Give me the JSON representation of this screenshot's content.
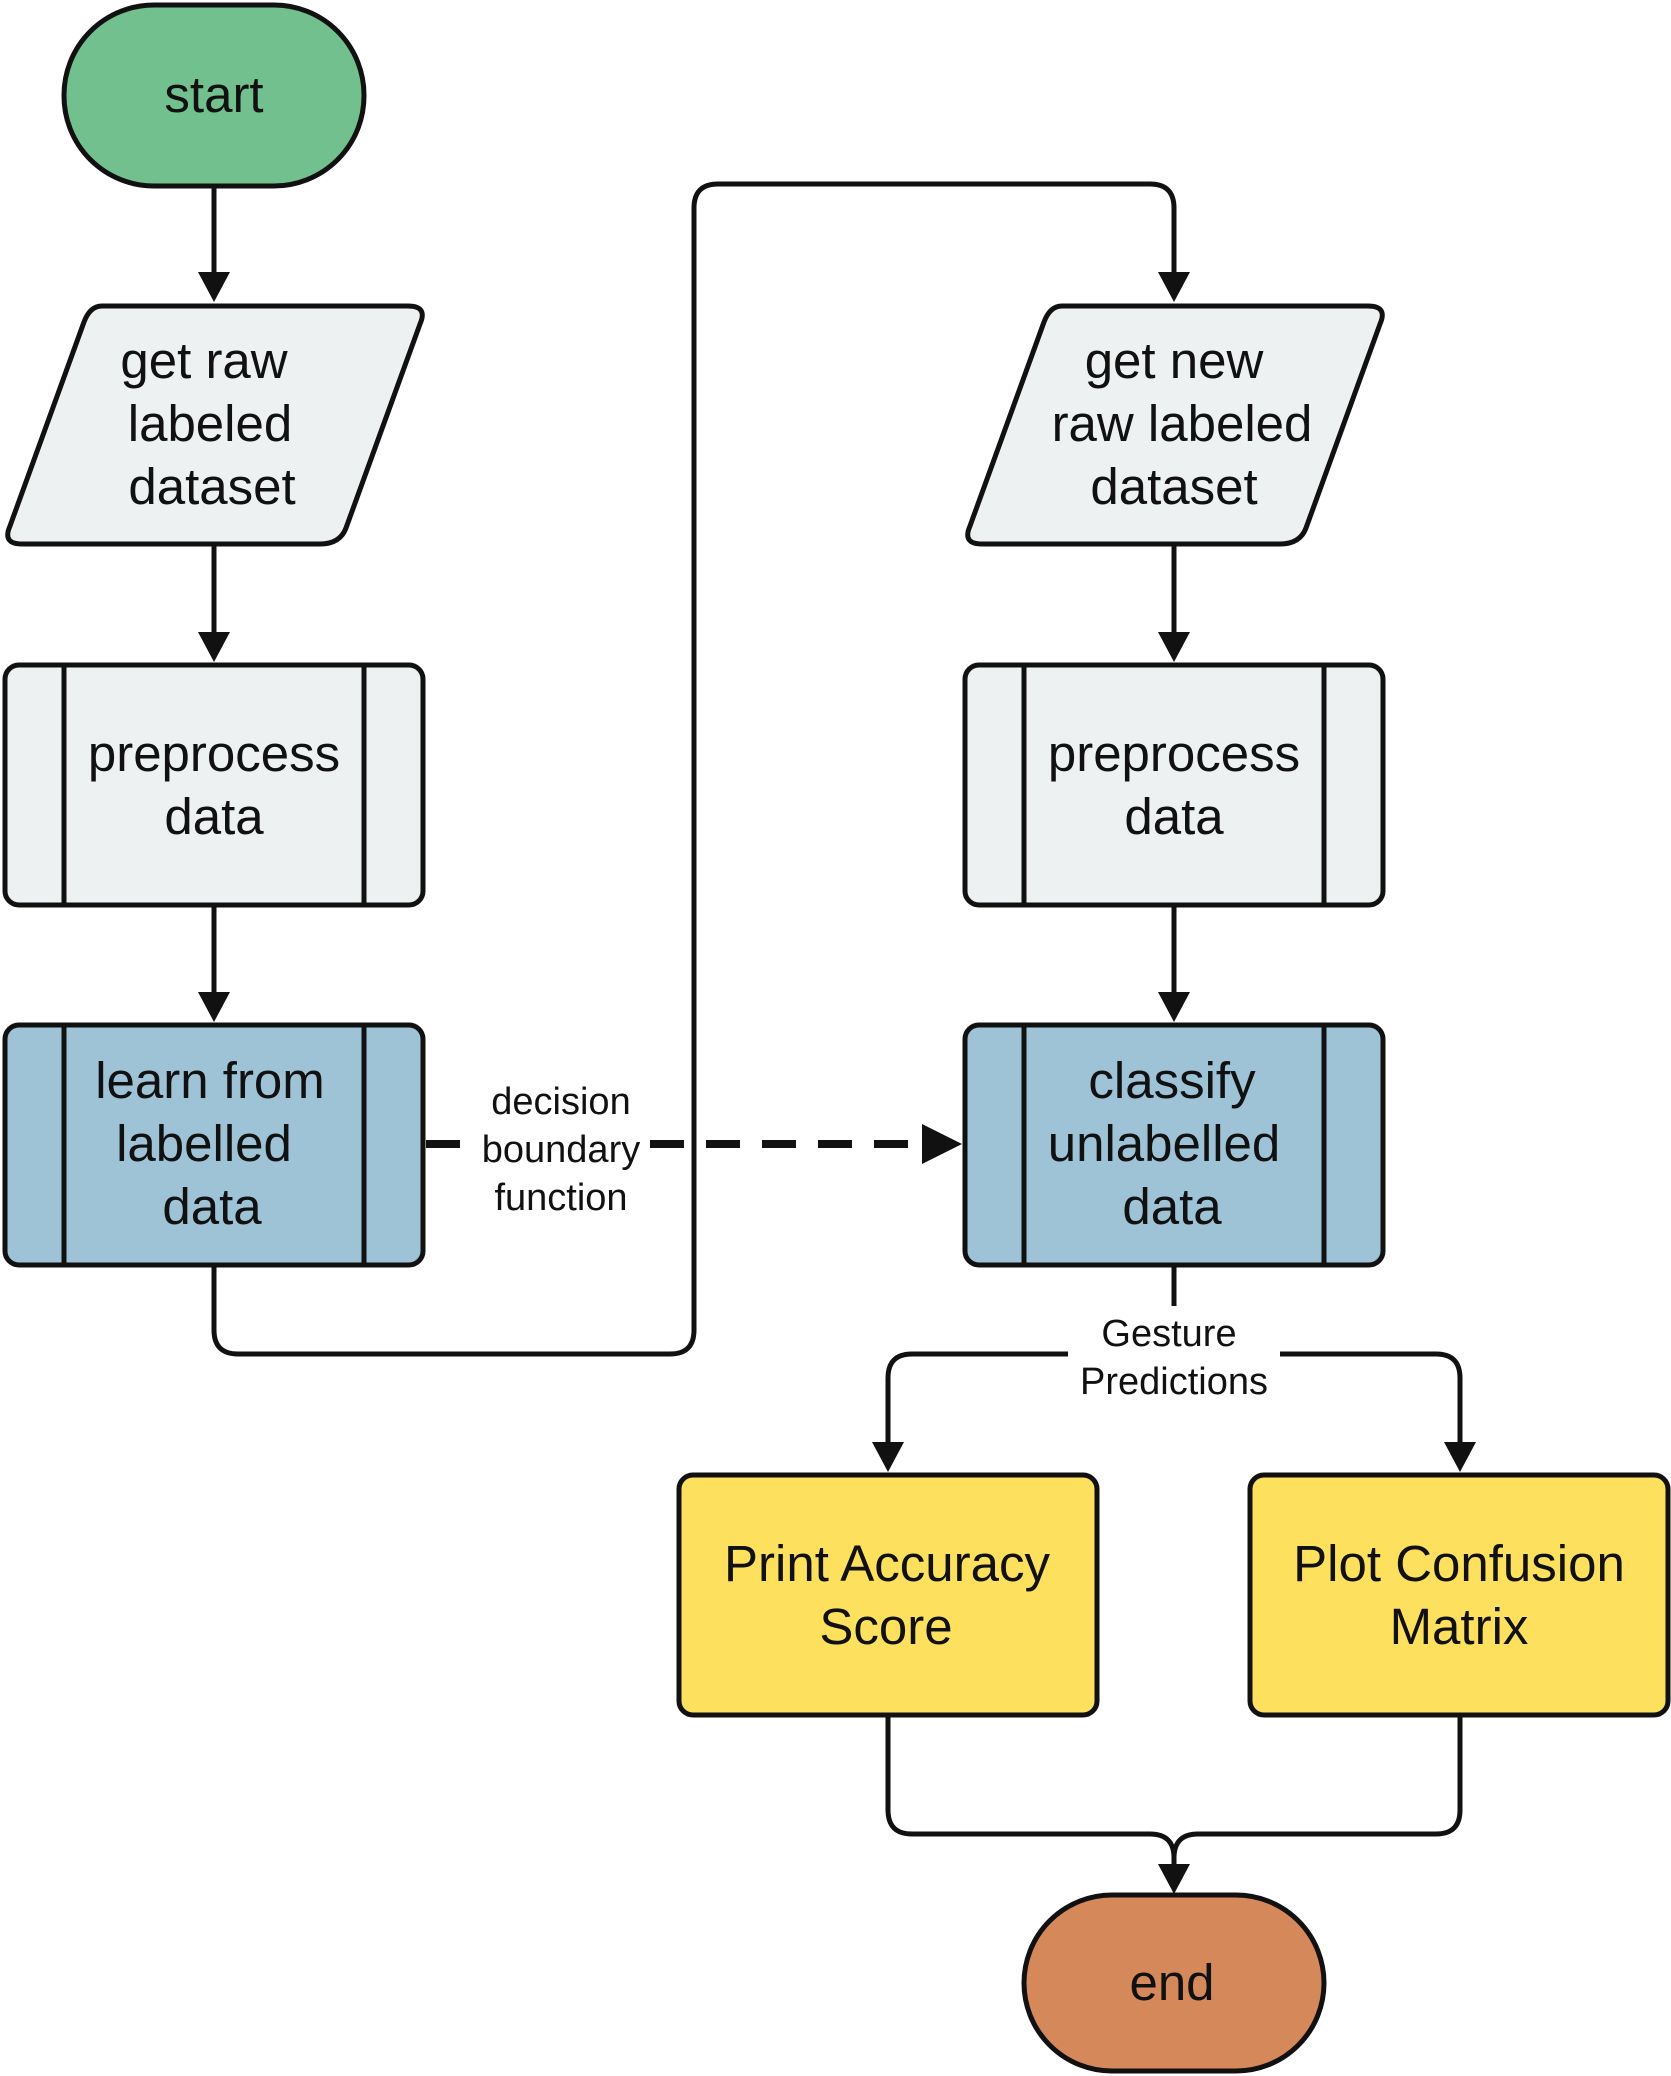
{
  "colors": {
    "terminal_start": "#72c08e",
    "terminal_end": "#d5895a",
    "io": "#edf1f2",
    "process_gray": "#edf1f2",
    "process_blue": "#9ec3d6",
    "output_yellow": "#fde05d",
    "stroke": "#111111"
  },
  "nodes": {
    "start": {
      "lines": [
        "start"
      ]
    },
    "get_raw": {
      "lines": [
        "get raw",
        "labeled",
        "dataset"
      ]
    },
    "preprocess_left": {
      "lines": [
        "preprocess",
        "data"
      ]
    },
    "learn": {
      "lines": [
        "learn from",
        "labelled",
        "data"
      ]
    },
    "get_new": {
      "lines": [
        "get new",
        "raw labeled",
        "dataset"
      ]
    },
    "preprocess_right": {
      "lines": [
        "preprocess",
        "data"
      ]
    },
    "classify": {
      "lines": [
        "classify",
        "unlabelled",
        "data"
      ]
    },
    "print_accuracy": {
      "lines": [
        "Print Accuracy",
        "Score"
      ]
    },
    "plot_confusion": {
      "lines": [
        "Plot Confusion",
        "Matrix"
      ]
    },
    "end": {
      "lines": [
        "end"
      ]
    }
  },
  "edges": {
    "decision_boundary": {
      "lines": [
        "decision",
        "boundary",
        "function"
      ]
    },
    "gesture_predictions": {
      "lines": [
        "Gesture",
        "Predictions"
      ]
    }
  }
}
